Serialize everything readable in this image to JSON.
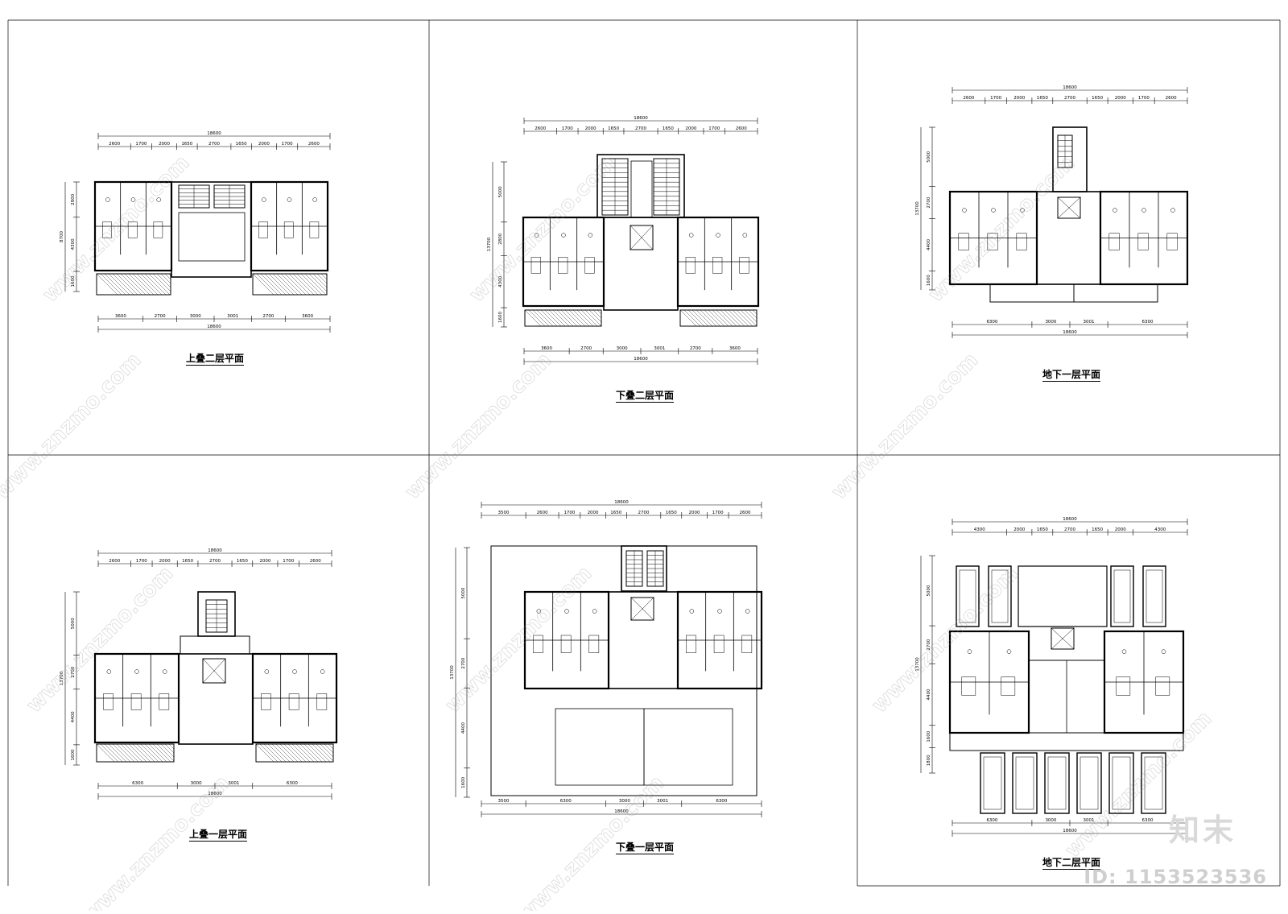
{
  "panels": [
    {
      "title": "上叠二层平面",
      "top_dims": [
        "2600",
        "1700",
        "2000",
        "1650",
        "2700",
        "1650",
        "2000",
        "1700",
        "2600"
      ],
      "total": "18600",
      "bottom_dims": [
        "3600",
        "2700",
        "3000",
        "3001",
        "2700",
        "3600"
      ],
      "left_dims": [
        "2800",
        "4300",
        "1600"
      ],
      "left_total": "8700"
    },
    {
      "title": "下叠二层平面",
      "top_dims": [
        "2600",
        "1700",
        "2000",
        "1650",
        "2700",
        "1650",
        "2000",
        "1700",
        "2600"
      ],
      "total": "18600",
      "bottom_dims": [
        "3600",
        "2700",
        "3000",
        "3001",
        "2700",
        "3600"
      ],
      "left_dims": [
        "5000",
        "2800",
        "4300",
        "1600"
      ],
      "left_total": "13700"
    },
    {
      "title": "地下一层平面",
      "top_dims": [
        "2600",
        "1700",
        "2000",
        "1650",
        "2700",
        "1650",
        "2000",
        "1700",
        "2600"
      ],
      "total": "18600",
      "bottom_dims": [
        "6300",
        "3000",
        "3001",
        "6300"
      ],
      "left_dims": [
        "5000",
        "2700",
        "4400",
        "1600"
      ],
      "left_total": "13700"
    },
    {
      "title": "上叠一层平面",
      "top_dims": [
        "2600",
        "1700",
        "2000",
        "1650",
        "2700",
        "1650",
        "2000",
        "1700",
        "2600"
      ],
      "total": "18600",
      "bottom_dims": [
        "6300",
        "3000",
        "3001",
        "6300"
      ],
      "left_dims": [
        "5000",
        "2700",
        "4400",
        "1600"
      ],
      "left_total": "13700"
    },
    {
      "title": "下叠一层平面",
      "top_dims": [
        "3500",
        "2600",
        "1700",
        "2000",
        "1650",
        "2700",
        "1650",
        "2000",
        "1700",
        "2600"
      ],
      "total": "18600",
      "bottom_dims": [
        "3500",
        "6300",
        "3000",
        "3001",
        "6300"
      ],
      "left_dims": [
        "5000",
        "2700",
        "4400",
        "1600"
      ],
      "left_total": "13700"
    },
    {
      "title": "地下二层平面",
      "top_dims": [
        "4300",
        "2000",
        "1650",
        "2700",
        "1650",
        "2000",
        "4300"
      ],
      "total": "18600",
      "bottom_dims": [
        "6300",
        "3000",
        "3001",
        "6300"
      ],
      "left_dims": [
        "5000",
        "2700",
        "4400",
        "1600",
        "1800"
      ],
      "left_total": "13700"
    }
  ],
  "watermark": {
    "url": "www.znzmo.com",
    "brand": "知末",
    "id": "ID: 1153523536"
  }
}
